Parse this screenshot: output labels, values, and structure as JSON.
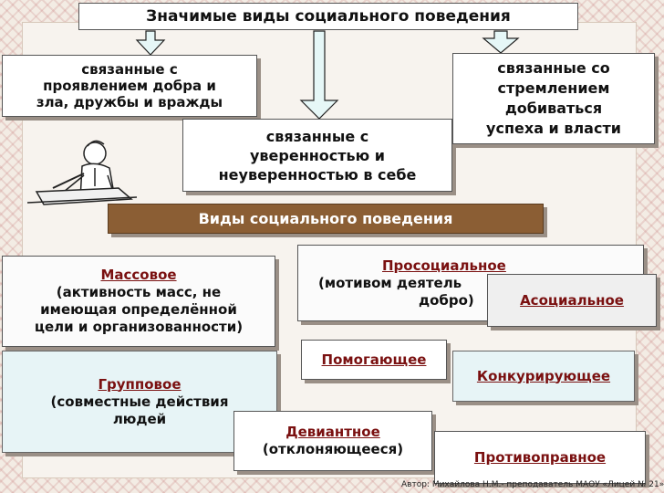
{
  "title": "Значимые виды социального поведения",
  "top_boxes": {
    "kindness": [
      "связанные с",
      "проявлением добра и",
      "зла, дружбы и вражды"
    ],
    "confidence": [
      "связанные с",
      "уверенностью и",
      "неуверенностью в себе"
    ],
    "success": [
      "связанные со",
      "стремлением",
      "добиваться",
      "успеха и власти"
    ]
  },
  "banner": "Виды социального поведения",
  "types": {
    "mass": {
      "name": "Массовое",
      "desc": [
        "(активность масс, не",
        "имеющая определённой",
        "цели и организованности)"
      ]
    },
    "prosocial": {
      "name": "Просоциальное",
      "desc": [
        "(мотивом деятель",
        "добро)"
      ]
    },
    "asocial": {
      "name": "Асоциальное"
    },
    "group": {
      "name": "Групповое",
      "desc": [
        "(совместные действия",
        "людей"
      ]
    },
    "helping": {
      "name": "Помогающее"
    },
    "competing": {
      "name": "Конкурирующее"
    },
    "deviant": {
      "name": "Девиантное",
      "desc": [
        "(отклоняющееся)"
      ]
    },
    "illegal": {
      "name": "Противоправное"
    }
  },
  "footer": "Автор: Михайлова Н.М.- преподаватель МАОУ «Лицей № 21»",
  "colors": {
    "banner": "#8b5e34",
    "type_name": "#7a1010",
    "light_blue": "#e7f4f6"
  }
}
